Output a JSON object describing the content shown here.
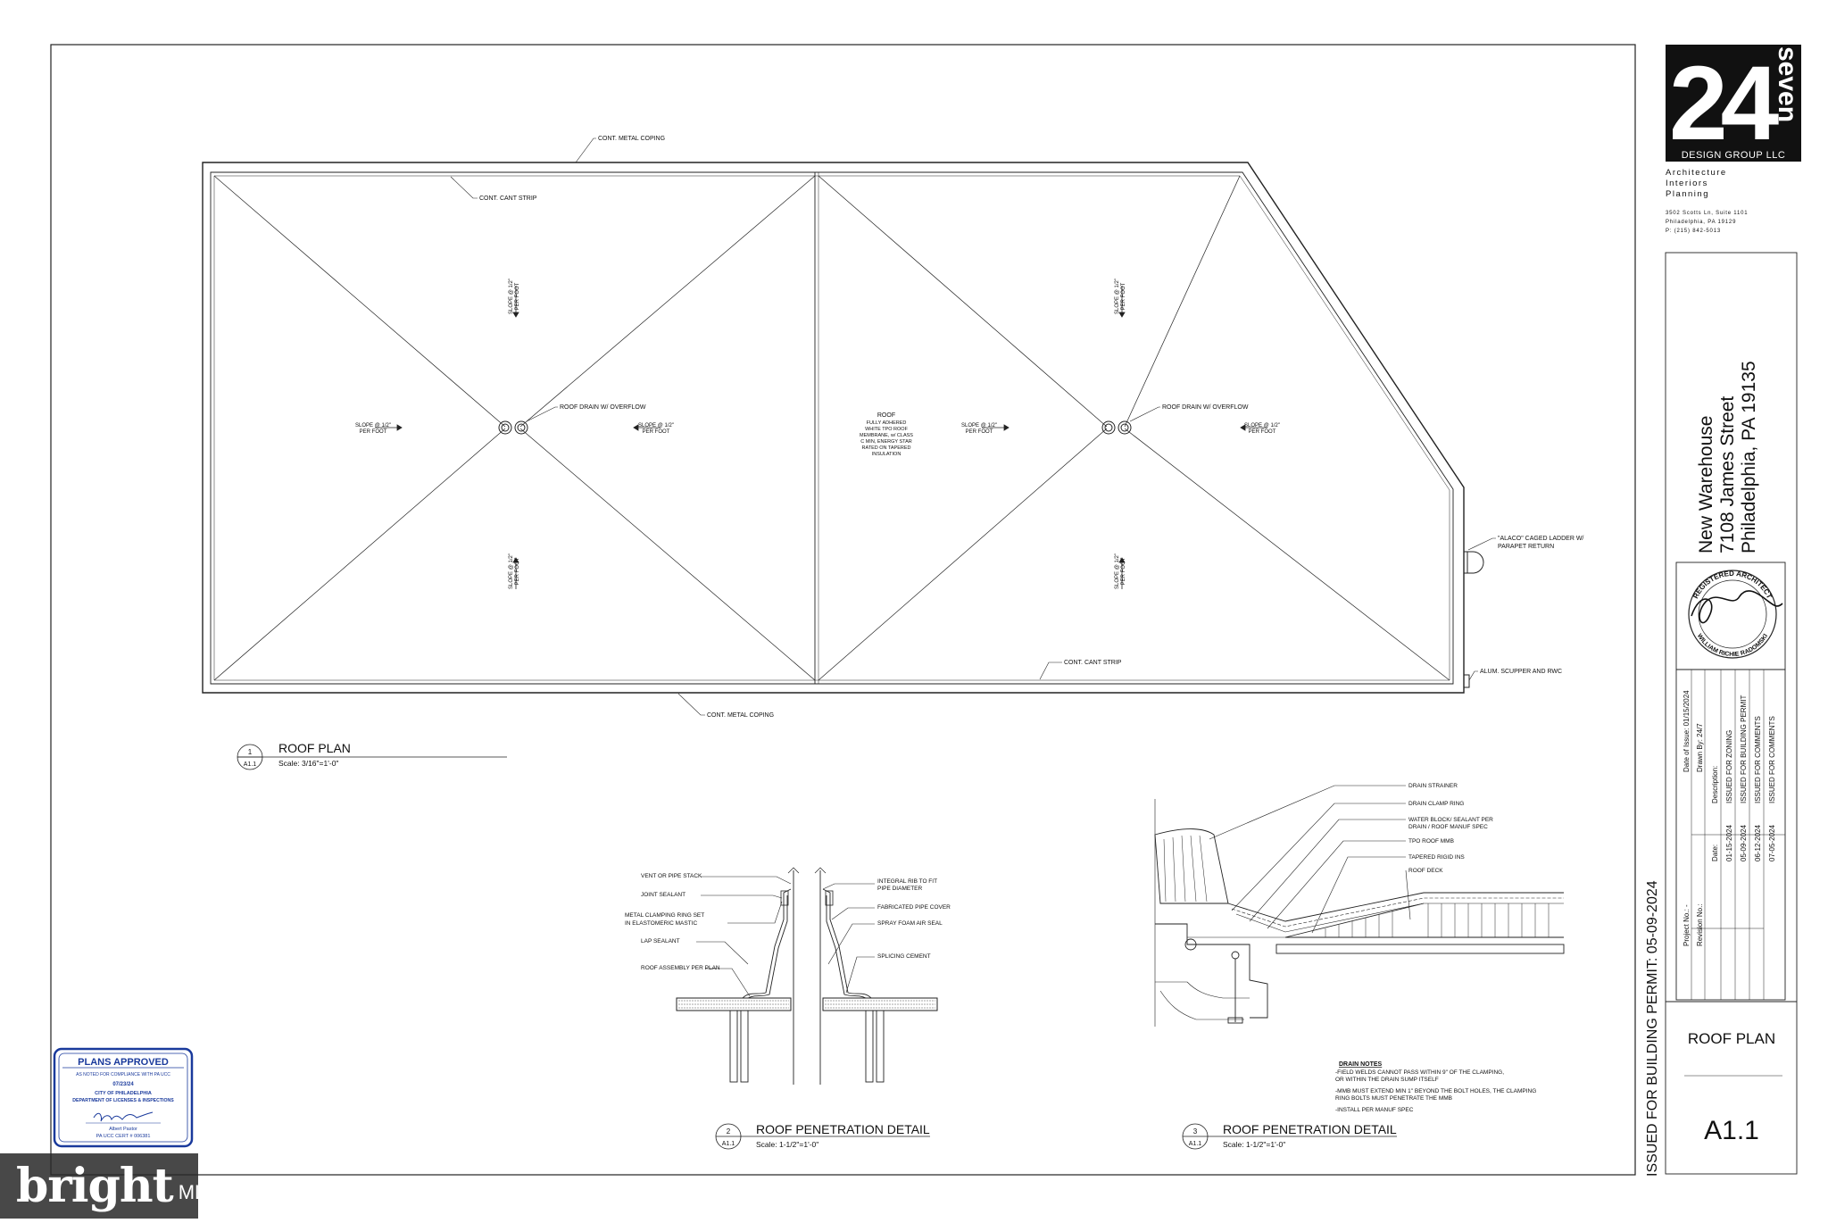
{
  "firm": {
    "logo_main": "24",
    "logo_side": "seven",
    "logo_sub": "DESIGN GROUP LLC",
    "services": [
      "Architecture",
      "Interiors",
      "Planning"
    ],
    "address": [
      "3502 Scotts Ln, Suite 1101",
      "Philadelphia, PA 19129",
      "P: (215) 842-5013"
    ]
  },
  "project": {
    "name": "New Warehouse",
    "street": "7108 James Street",
    "city": "Philadelphia, PA 19135"
  },
  "seal": {
    "ring_top": "REGISTERED ARCHITECT",
    "ring_bottom": "WILLIAM RICHIE RADOMSKI"
  },
  "revisions": {
    "project_no_label": "Project No.: -",
    "revision_no_label": "Revision No.:",
    "date_of_issue_label": "Date of Issue: 01/15/2024",
    "drawn_by_label": "Drawn By: 24/7",
    "date_header": "Date:",
    "description_header": "Description:",
    "rows": [
      {
        "date": "01-15-2024",
        "description": "ISSUED FOR ZONING"
      },
      {
        "date": "05-09-2024",
        "description": "ISSUED FOR BUILDING PERMIT"
      },
      {
        "date": "06-12-2024",
        "description": "ISSUED FOR COMMENTS"
      },
      {
        "date": "07-05-2024",
        "description": "ISSUED FOR COMMENTS"
      }
    ]
  },
  "sheet": {
    "title": "ROOF PLAN",
    "number": "A1.1",
    "issued_stamp": "ISSUED FOR BUILDING PERMIT: 05-09-2024"
  },
  "roof_plan": {
    "callouts": {
      "coping_top": "CONT. METAL COPING",
      "cant_top": "CONT. CANT STRIP",
      "drain_left": "ROOF DRAIN W/ OVERFLOW",
      "drain_right": "ROOF DRAIN W/ OVERFLOW",
      "roof_note": [
        "ROOF",
        "FULLY ADHERED",
        "WHITE TPO ROOF",
        "MEMBRANE, w/ CLASS",
        "C MIN, ENERGY STAR",
        "RATED ON TAPERED",
        "INSULATION"
      ],
      "ladder": [
        "\"ALACO\" CAGED LADDER W/",
        "PARAPET RETURN"
      ],
      "cant_bottom": "CONT. CANT STRIP",
      "scupper": "ALUM. SCUPPER AND RWC",
      "coping_bottom": "CONT. METAL COPING"
    },
    "slope_line1": "SLOPE @ 1/2\"",
    "slope_line2": "PER FOOT"
  },
  "detail_titles": [
    {
      "num": "1",
      "sheet": "A1.1",
      "title": "ROOF PLAN",
      "scale": "Scale: 3/16\"=1'-0\""
    },
    {
      "num": "2",
      "sheet": "A1.1",
      "title": "ROOF PENETRATION DETAIL",
      "scale": "Scale: 1-1/2\"=1'-0\""
    },
    {
      "num": "3",
      "sheet": "A1.1",
      "title": "ROOF PENETRATION DETAIL",
      "scale": "Scale: 1-1/2\"=1'-0\""
    }
  ],
  "detail2": {
    "left_labels": [
      "VENT OR PIPE STACK",
      "JOINT SEALANT",
      "METAL CLAMPING RING SET",
      "IN ELASTOMERIC MASTIC",
      "LAP SEALANT",
      "ROOF ASSEMBLY PER PLAN"
    ],
    "right_labels": [
      "INTEGRAL RIB TO FIT",
      "PIPE DIAMETER",
      "FABRICATED PIPE COVER",
      "SPRAY FOAM AIR SEAL",
      "SPLICING CEMENT"
    ]
  },
  "detail3": {
    "labels": [
      "DRAIN STRAINER",
      "DRAIN CLAMP RING",
      "WATER BLOCK/ SEALANT PER",
      "DRAIN / ROOF MANUF SPEC",
      "TPO ROOF MMB",
      "TAPERED RIGID INS",
      "ROOF DECK"
    ],
    "notes_title": "DRAIN NOTES",
    "notes": [
      "-FIELD WELDS CANNOT PASS WITHIN 9\" OF THE CLAMPING,",
      "OR WITHIN THE DRAIN SUMP ITSELF",
      "-MMB MUST EXTEND MIN 1\" BEYOND THE BOLT HOLES, THE CLAMPING",
      "RING BOLTS MUST PENETRATE THE MMB",
      "-INSTALL PER MANUF SPEC"
    ]
  },
  "approval": {
    "title": "PLANS APPROVED",
    "line1": "AS NOTED FOR COMPLIANCE WITH PA UCC",
    "date": "07/23/24",
    "city": "CITY OF PHILADELPHIA",
    "dept": "DEPARTMENT OF LICENSES & INSPECTIONS",
    "name": "Albert Pastor",
    "cert": "PA UCC CERT # 006381",
    "color": "#1a3a9c"
  },
  "watermark": {
    "brand": "bright",
    "suffix": "MLS"
  }
}
